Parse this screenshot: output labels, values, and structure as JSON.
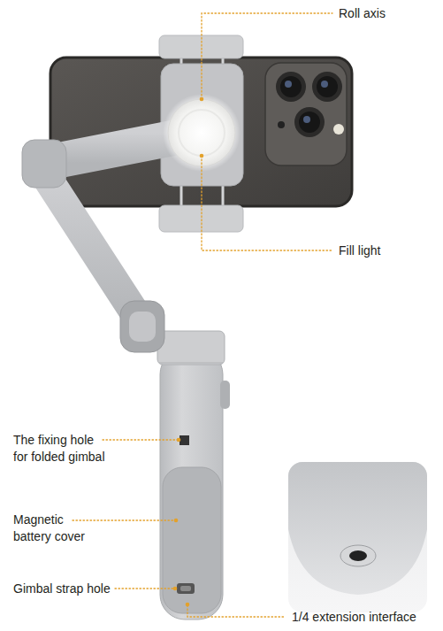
{
  "diagram": {
    "labels": [
      "Roll axis",
      "Fill light",
      "The fixing hole for folded gimbal",
      "Magnetic battery cover",
      "Gimbal strap hole",
      "1/4 extension interface"
    ]
  }
}
